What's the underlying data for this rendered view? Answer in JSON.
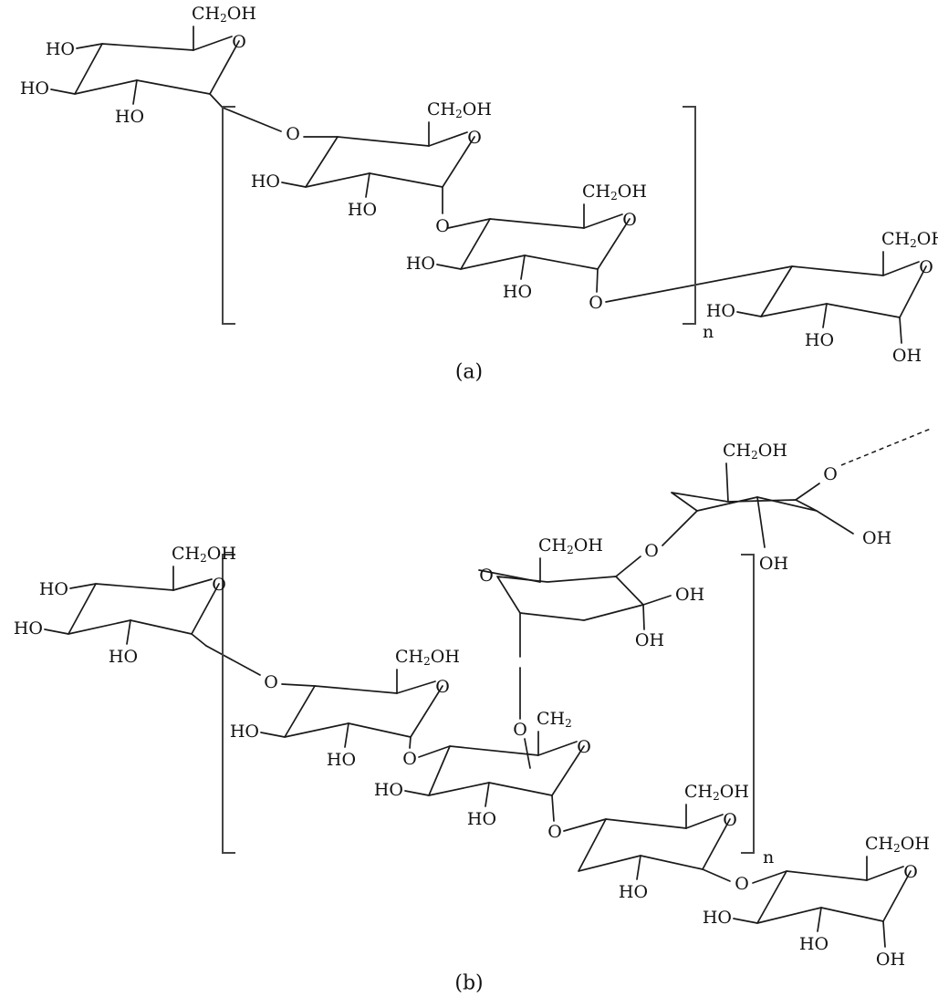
{
  "labels": {
    "ch2oh": {
      "pre": "CH",
      "sub": "2",
      "post": "OH"
    },
    "ch2": {
      "pre": "CH",
      "sub": "2",
      "post": ""
    },
    "ho": "HO",
    "oh": "OH",
    "o": "O",
    "n": "n"
  },
  "captions": {
    "a": "(a)",
    "b": "(b)"
  },
  "colors": {
    "ink": "#111111",
    "bracket": "#444444",
    "background": "#ffffff"
  }
}
